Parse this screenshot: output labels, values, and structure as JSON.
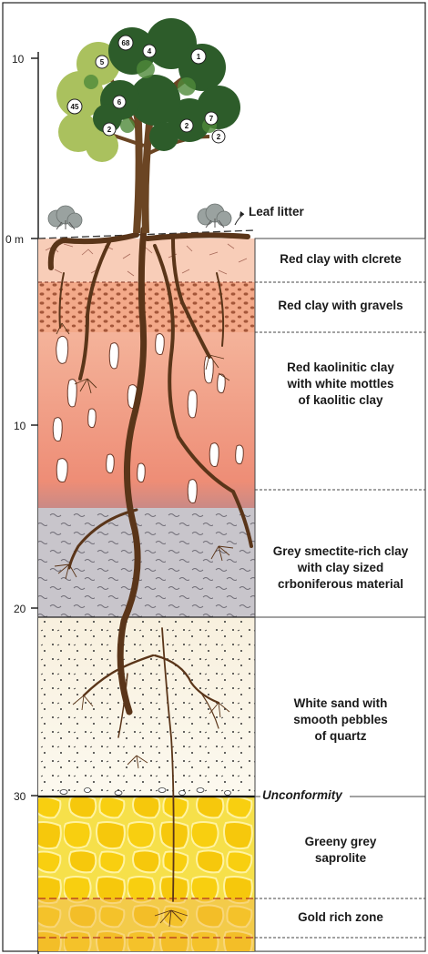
{
  "depth_ticks": [
    "10",
    "0 m",
    "10",
    "20",
    "30"
  ],
  "surface": {
    "leaf_litter": "Leaf litter"
  },
  "layers": [
    {
      "id": "clcrete",
      "lines": [
        "Red clay with clcrete"
      ],
      "color": "#f6c9b4"
    },
    {
      "id": "gravels",
      "lines": [
        "Red clay with gravels"
      ],
      "color": "#f1a585"
    },
    {
      "id": "kaolinitic",
      "lines": [
        "Red kaolinitic clay",
        "with white mottles",
        "of kaolitic clay"
      ],
      "color": "#ef9a82"
    },
    {
      "id": "smectite",
      "lines": [
        "Grey smectite-rich clay",
        "with clay sized",
        "crboniferous material"
      ],
      "color": "#c9c6cc"
    },
    {
      "id": "sand",
      "lines": [
        "White sand with",
        "smooth pebbles",
        "of quartz"
      ],
      "color": "#fbf6e6"
    },
    {
      "id": "saprolite",
      "lines": [
        "Greeny grey",
        "saprolite"
      ],
      "color": "#f2d31b"
    },
    {
      "id": "gold",
      "lines": [
        "Gold rich zone"
      ],
      "color": "#f4bd2e"
    }
  ],
  "unconformity": "Unconformity",
  "tree_labels": [
    "68",
    "4",
    "5",
    "1",
    "6",
    "45",
    "2",
    "2",
    "7",
    "2"
  ],
  "colors": {
    "root": "#5a3519",
    "foliage_dark": "#2c5a2a",
    "foliage_light": "#a8c060"
  }
}
